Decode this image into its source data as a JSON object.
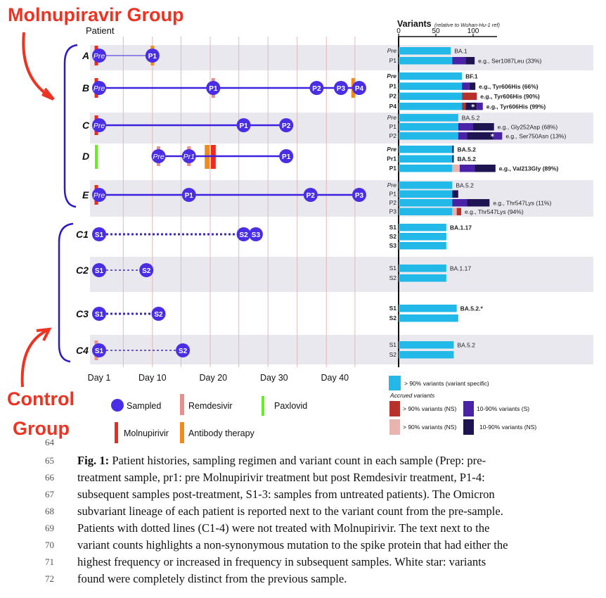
{
  "title_molnupiravir": "Molnupiravir Group",
  "title_control_1": "Control",
  "title_control_2": "Group",
  "patient_header": "Patient",
  "variants_header": "Variants",
  "variants_header_sub": "(relative to Wuhan-Hu-1 ref)",
  "variant_axis_ticks": [
    "0",
    "50",
    "100"
  ],
  "day_ticks": [
    {
      "label": "Day 1",
      "day": 1
    },
    {
      "label": "Day 10",
      "day": 10
    },
    {
      "label": "Day 20",
      "day": 20
    },
    {
      "label": "Day 30",
      "day": 30
    },
    {
      "label": "Day 40",
      "day": 40
    }
  ],
  "patients": [
    {
      "id": "A",
      "shaded": true,
      "dotted": false,
      "bars": [
        {
          "type": "molnupiravir",
          "day": 1
        },
        {
          "type": "antibody",
          "day": 10
        }
      ],
      "samples": [
        {
          "label": "Pre",
          "day": 1
        },
        {
          "label": "P1",
          "day": 10
        }
      ],
      "variants": [
        {
          "label": "Pre",
          "bold": false,
          "cyan": 70,
          "segs": [],
          "note": "BA.1",
          "star": false
        },
        {
          "label": "P1",
          "bold": false,
          "cyan": 72,
          "segs": [
            {
              "cls": "i",
              "v": 18
            },
            {
              "cls": "n",
              "v": 12
            }
          ],
          "note": "e.g., Ser1087Leu (33%)",
          "star": false
        }
      ]
    },
    {
      "id": "B",
      "shaded": false,
      "dotted": false,
      "bars": [
        {
          "type": "molnupiravir",
          "day": 1
        },
        {
          "type": "remdesivir",
          "day": 20
        },
        {
          "type": "antibody",
          "day": 43
        }
      ],
      "samples": [
        {
          "label": "Pre",
          "day": 1
        },
        {
          "label": "P1",
          "day": 20
        },
        {
          "label": "P2",
          "day": 37
        },
        {
          "label": "P3",
          "day": 41
        },
        {
          "label": "P4",
          "day": 44
        }
      ],
      "variants": [
        {
          "label": "Pre",
          "bold": true,
          "cyan": 85,
          "segs": [],
          "note": "BF.1",
          "star": false
        },
        {
          "label": "P1",
          "bold": true,
          "cyan": 85,
          "segs": [
            {
              "cls": "i",
              "v": 10
            },
            {
              "cls": "n",
              "v": 8
            }
          ],
          "note": "e.g., Tyr606His (66%)",
          "star": false
        },
        {
          "label": "P2",
          "bold": true,
          "cyan": 85,
          "segs": [
            {
              "cls": "r",
              "v": 20
            }
          ],
          "note": "e.g., Tyr606His (90%)",
          "star": false
        },
        {
          "label": "P4",
          "bold": true,
          "cyan": 85,
          "segs": [
            {
              "cls": "r",
              "v": 5
            },
            {
              "cls": "n",
              "v": 15
            },
            {
              "cls": "i",
              "v": 8
            }
          ],
          "note": "e.g., Tyr606His (99%)",
          "star": true
        }
      ]
    },
    {
      "id": "C",
      "shaded": true,
      "dotted": false,
      "bars": [
        {
          "type": "molnupiravir",
          "day": 1
        }
      ],
      "samples": [
        {
          "label": "Pre",
          "day": 1
        },
        {
          "label": "P1",
          "day": 25
        },
        {
          "label": "P2",
          "day": 32
        }
      ],
      "variants": [
        {
          "label": "Pre",
          "bold": false,
          "cyan": 80,
          "segs": [],
          "note": "BA.5.2",
          "star": false
        },
        {
          "label": "P1",
          "bold": false,
          "cyan": 80,
          "segs": [
            {
              "cls": "i",
              "v": 20
            },
            {
              "cls": "n",
              "v": 28
            }
          ],
          "note": "e.g., Gly252Asp (68%)",
          "star": false
        },
        {
          "label": "P2",
          "bold": false,
          "cyan": 80,
          "segs": [
            {
              "cls": "i",
              "v": 12
            },
            {
              "cls": "n",
              "v": 35
            },
            {
              "cls": "i",
              "v": 12
            }
          ],
          "note": "e.g., Ser750Asn (13%)",
          "star": true
        }
      ]
    },
    {
      "id": "D",
      "shaded": false,
      "dotted": false,
      "bars": [
        {
          "type": "paxlovid",
          "day": 1
        },
        {
          "type": "remdesivir",
          "day": 11
        },
        {
          "type": "remdesivir",
          "day": 16
        },
        {
          "type": "antibody",
          "day": 19
        },
        {
          "type": "molnupiravir",
          "day": 20
        }
      ],
      "samples": [
        {
          "label": "Pre",
          "day": 11
        },
        {
          "label": "Pr1",
          "day": 16
        },
        {
          "label": "P1",
          "day": 32
        }
      ],
      "variants": [
        {
          "label": "Pre",
          "bold": true,
          "cyan": 72,
          "segs": [
            {
              "cls": "n",
              "v": 2
            }
          ],
          "note": "BA.5.2",
          "star": false
        },
        {
          "label": "Pr1",
          "bold": true,
          "cyan": 72,
          "segs": [
            {
              "cls": "n",
              "v": 2
            }
          ],
          "note": "BA.5.2",
          "star": false
        },
        {
          "label": "P1",
          "bold": true,
          "cyan": 72,
          "segs": [
            {
              "cls": "p",
              "v": 10
            },
            {
              "cls": "i",
              "v": 20
            },
            {
              "cls": "n",
              "v": 28
            }
          ],
          "note": "e.g., Val213Gly (89%)",
          "star": false
        }
      ]
    },
    {
      "id": "E",
      "shaded": true,
      "dotted": false,
      "bars": [
        {
          "type": "molnupiravir",
          "day": 1
        }
      ],
      "samples": [
        {
          "label": "Pre",
          "day": 1
        },
        {
          "label": "P1",
          "day": 16
        },
        {
          "label": "P2",
          "day": 36
        },
        {
          "label": "P3",
          "day": 44
        }
      ],
      "variants": [
        {
          "label": "Pre",
          "bold": false,
          "cyan": 72,
          "segs": [],
          "note": "BA.5.2",
          "star": false
        },
        {
          "label": "P1",
          "bold": false,
          "cyan": 72,
          "segs": [
            {
              "cls": "n",
              "v": 8
            }
          ],
          "note": "",
          "star": false
        },
        {
          "label": "P2",
          "bold": false,
          "cyan": 72,
          "segs": [
            {
              "cls": "i",
              "v": 20
            },
            {
              "cls": "n",
              "v": 30
            }
          ],
          "note": "e.g., Thr547Lys (11%)",
          "star": false
        },
        {
          "label": "P3",
          "bold": false,
          "cyan": 72,
          "segs": [
            {
              "cls": "p",
              "v": 6
            },
            {
              "cls": "r",
              "v": 6
            }
          ],
          "note": "e.g., Thr547Lys (94%)",
          "star": false
        }
      ]
    },
    {
      "id": "C1",
      "shaded": false,
      "dotted": true,
      "bars": [],
      "samples": [
        {
          "label": "S1",
          "day": 1
        },
        {
          "label": "S2",
          "day": 25
        },
        {
          "label": "S3",
          "day": 27
        }
      ],
      "variants": [
        {
          "label": "S1",
          "bold": true,
          "cyan": 64,
          "segs": [],
          "note": "BA.1.17",
          "star": false
        },
        {
          "label": "S2",
          "bold": true,
          "cyan": 64,
          "segs": [],
          "note": "",
          "star": false
        },
        {
          "label": "S3",
          "bold": true,
          "cyan": 64,
          "segs": [],
          "note": "",
          "star": false
        }
      ]
    },
    {
      "id": "C2",
      "shaded": true,
      "dotted": true,
      "bars": [],
      "samples": [
        {
          "label": "S1",
          "day": 1
        },
        {
          "label": "S2",
          "day": 9
        }
      ],
      "variants": [
        {
          "label": "S1",
          "bold": false,
          "cyan": 64,
          "segs": [],
          "note": "BA.1.17",
          "star": false
        },
        {
          "label": "S2",
          "bold": false,
          "cyan": 64,
          "segs": [],
          "note": "",
          "star": false
        }
      ]
    },
    {
      "id": "C3",
      "shaded": false,
      "dotted": true,
      "bars": [],
      "samples": [
        {
          "label": "S1",
          "day": 1
        },
        {
          "label": "S2",
          "day": 11
        }
      ],
      "variants": [
        {
          "label": "S1",
          "bold": true,
          "cyan": 78,
          "segs": [],
          "note": "BA.5.2.*",
          "star": false
        },
        {
          "label": "S2",
          "bold": true,
          "cyan": 80,
          "segs": [],
          "note": "",
          "star": false
        }
      ]
    },
    {
      "id": "C4",
      "shaded": true,
      "dotted": true,
      "bars": [
        {
          "type": "remdesivir",
          "day": 1
        }
      ],
      "samples": [
        {
          "label": "S1",
          "day": 1
        },
        {
          "label": "S2",
          "day": 15
        }
      ],
      "variants": [
        {
          "label": "S1",
          "bold": false,
          "cyan": 74,
          "segs": [],
          "note": "BA.5.2",
          "star": false
        },
        {
          "label": "S2",
          "bold": false,
          "cyan": 74,
          "segs": [],
          "note": "",
          "star": false
        }
      ]
    }
  ],
  "legend_left": {
    "sampled": "Sampled",
    "remdesivir": "Remdesivir",
    "paxlovid": "Paxlovid",
    "molnupiravir": "Molnupirivir",
    "antibody": "Antibody therapy"
  },
  "legend_right": {
    "specific": "> 90% variants (variant specific)",
    "accrued": "Accrued variants",
    "ns90": "> 90% variants (NS)",
    "s1090": "10-90% variants (S)",
    "s90": "> 90% variants (NS)",
    "ns1090": "10-90% variants (NS)"
  },
  "colors": {
    "line": "#3a22e0",
    "circle": "#4a2ee6",
    "molnupiravir": "#ee2b1c",
    "remdesivir": "#e8908c",
    "paxlovid": "#66ee22",
    "antibody": "#f08c1c",
    "cyan": "#22b8e8",
    "accrued_red": "#b8302a",
    "accrued_pink": "#e8b4b0",
    "accrued_indigo": "#4a22a8",
    "accrued_navy": "#1e1452",
    "shade": "#e8e8ee",
    "group_label": "#ee3322"
  },
  "caption": {
    "line_numbers": [
      "64",
      "65",
      "66",
      "67",
      "68",
      "69",
      "70",
      "71",
      "72"
    ],
    "fig_label": "Fig. 1:",
    "lines": [
      " Patient histories, sampling regimen and variant count in each sample (Prep: pre-",
      "treatment sample, pr1: pre Molnupirivir treatment but post Remdesivir treatment, P1-4:",
      "subsequent samples post-treatment, S1-3: samples from untreated patients). The Omicron",
      "subvariant lineage of each patient is reported next to the variant count from the pre-sample.",
      "Patients with dotted lines (C1-4) were not treated with Molnupirivir. The text next to the",
      "variant counts highlights a non-synonymous mutation to the spike protein that had either the",
      "highest frequency or increased in frequency in subsequent samples. White star: variants",
      "found were completely distinct from the previous sample."
    ]
  }
}
